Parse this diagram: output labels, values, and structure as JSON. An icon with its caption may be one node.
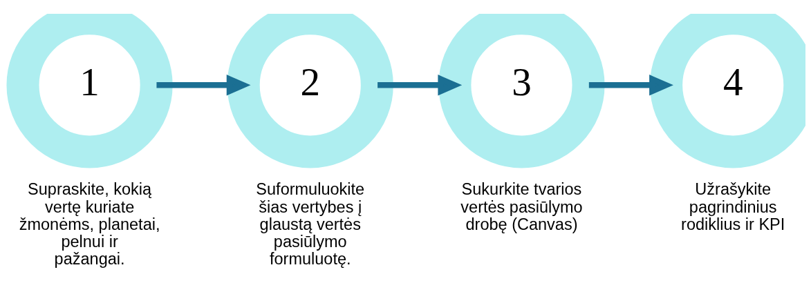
{
  "diagram": {
    "nodes": [
      {
        "text": [
          "1"
        ],
        "beside": [
          "Supraskite, kokią vertę kuriate žmonėms, planetai, pelnui ir pažangai."
        ]
      },
      {
        "text": [
          "2"
        ],
        "beside": [
          "Suformuluokite šias vertybes į glaustą vertės pasiūlymo formuluotę."
        ]
      },
      {
        "text": [
          "3"
        ],
        "beside": [
          "Sukurkite tvarios vertės pasiūlymo drobę (Canvas)"
        ]
      },
      {
        "text": [
          "4"
        ],
        "beside": [
          "Užrašykite pagrindinius rodiklius ir KPI"
        ]
      }
    ],
    "edges": [
      {
        "from": 0,
        "to": 1,
        "arrow": "to"
      },
      {
        "from": 1,
        "to": 2,
        "arrow": "to"
      },
      {
        "from": 2,
        "to": 3,
        "arrow": "to"
      }
    ]
  }
}
